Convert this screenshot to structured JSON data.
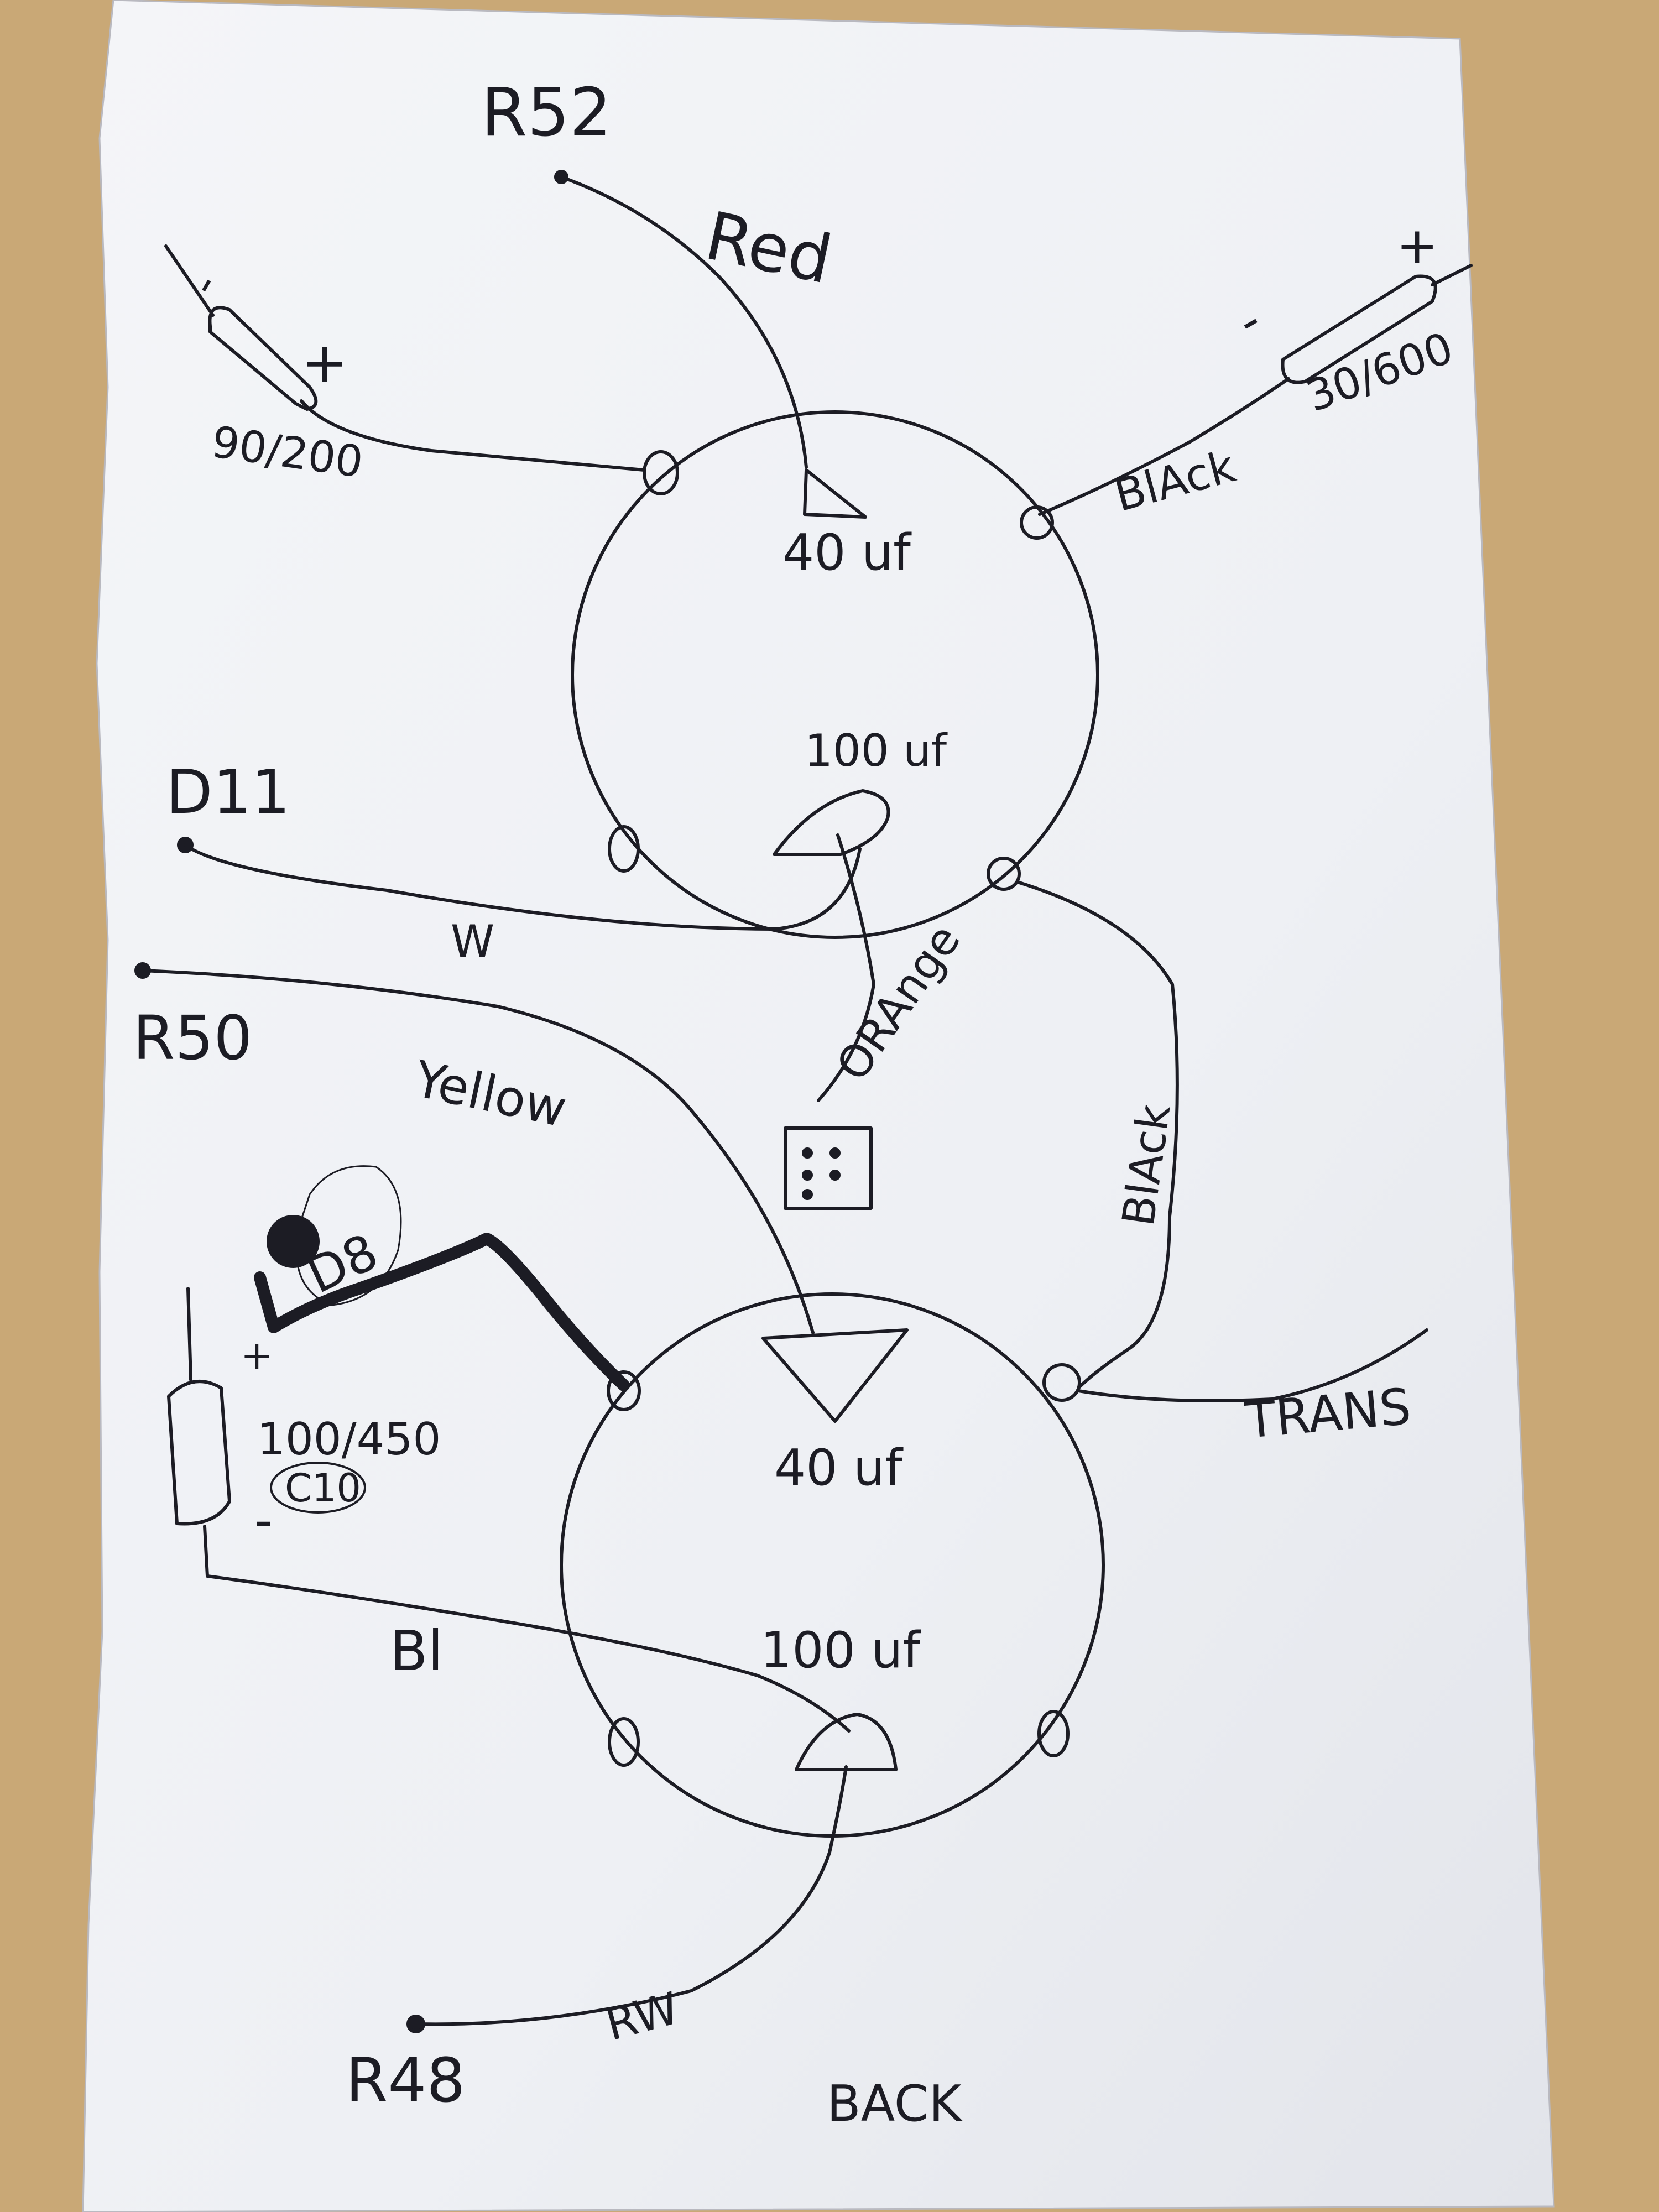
{
  "labels": {
    "r52": "R52",
    "red": "Red",
    "cap_left_value": "90/200",
    "cap_left_minus": "-",
    "cap_left_plus": "+",
    "cap_right_value": "30/600",
    "cap_right_minus": "-",
    "cap_right_plus": "+",
    "black_top": "BlAck",
    "top_40uf": "40 uf",
    "top_100uf": "100 uf",
    "d11": "D11",
    "w": "W",
    "orange": "ORAnge",
    "r50": "R50",
    "yellow": "Yellow",
    "black_right": "BlAck",
    "d8": "D8",
    "cap_c10_value": "100/450",
    "c10": "C10",
    "cap_c10_plus": "+",
    "cap_c10_minus": "-",
    "bottom_40uf": "40 uf",
    "trans": "TRANS",
    "bl": "Bl",
    "bottom_100uf": "100 uf",
    "rw": "RW",
    "r48": "R48",
    "back": "BACK"
  },
  "colors": {
    "paper": "#f3f3f6",
    "ink": "#1c1c24",
    "background": "#c9a876"
  }
}
